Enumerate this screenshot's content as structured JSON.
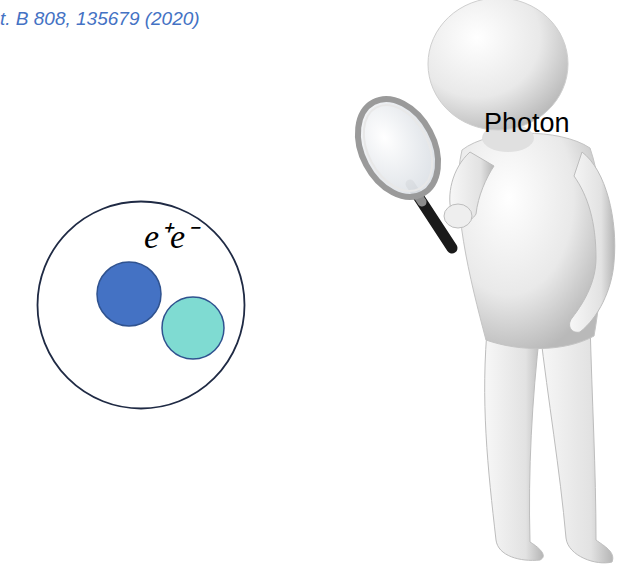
{
  "diagram": {
    "nodes": [
      {
        "text": [
          "e⁺e⁻"
        ]
      }
    ],
    "labels": [
      "t. B 808, 135679 (2020)",
      "Photon"
    ]
  }
}
